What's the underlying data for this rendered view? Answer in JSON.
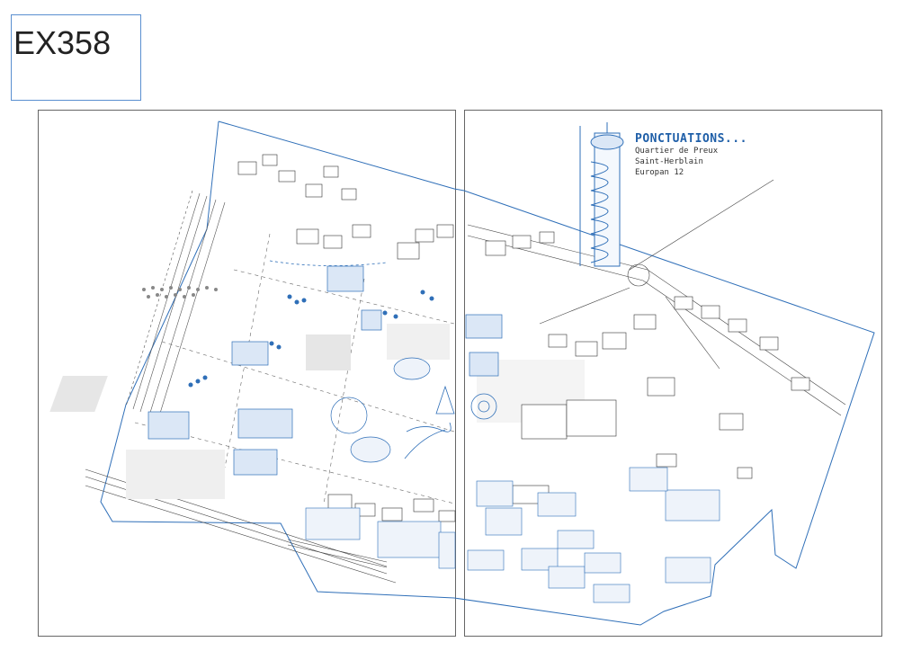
{
  "header": {
    "code": "EX358"
  },
  "title_block": {
    "title": "PONCTUATIONS...",
    "lines": [
      "Quartier de Preux",
      "Saint-Herblain",
      "Europan 12"
    ]
  },
  "colors": {
    "accent": "#1f5fa8",
    "line": "#333333",
    "frame": "#666666"
  }
}
